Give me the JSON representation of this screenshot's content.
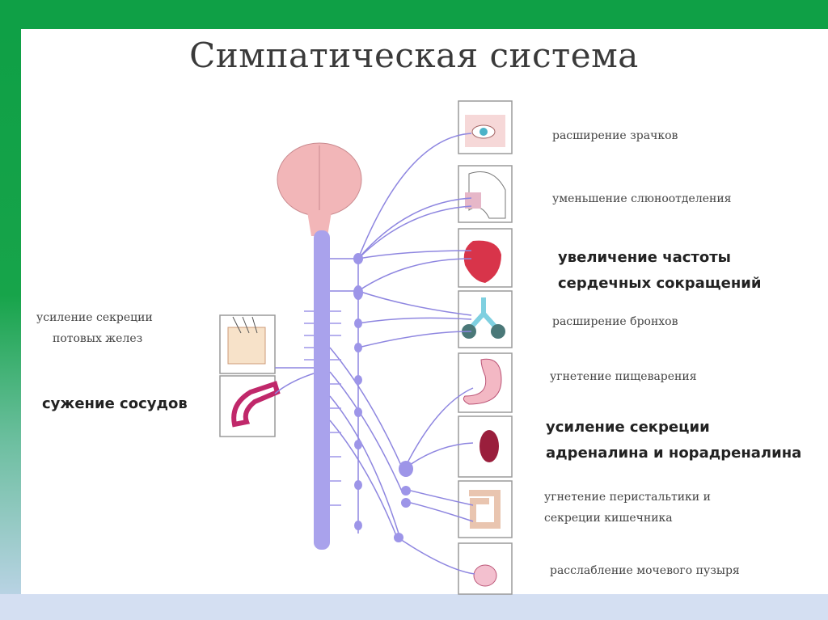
{
  "title": "Симпатическая система",
  "effects_right": [
    {
      "text": "расширение зрачков",
      "organ": "eye"
    },
    {
      "text": "уменьшение слюноотделения",
      "organ": "salivary-glands"
    },
    {
      "text": "увеличение частоты",
      "text2": "сердечных сокращений",
      "organ": "heart"
    },
    {
      "text": "расширение бронхов",
      "organ": "lungs"
    },
    {
      "text": "угнетение пищеварения",
      "organ": "stomach"
    },
    {
      "text": "усиление секреции",
      "text2": "адреналина и норадреналина",
      "organ": "adrenal"
    },
    {
      "text": "угнетение перистальтики и",
      "text2": "секреции кишечника",
      "organ": "intestine"
    },
    {
      "text": "расслабление мочевого пузыря",
      "organ": "bladder"
    }
  ],
  "effects_left": [
    {
      "text": "усиление секреции",
      "text2": "потовых желез",
      "organ": "skin"
    },
    {
      "text": "сужение сосудов",
      "organ": "vessel"
    }
  ],
  "colors": {
    "nerve": "#8e86e0",
    "brain": "#f2b6b8",
    "frame": "#0fa046"
  }
}
